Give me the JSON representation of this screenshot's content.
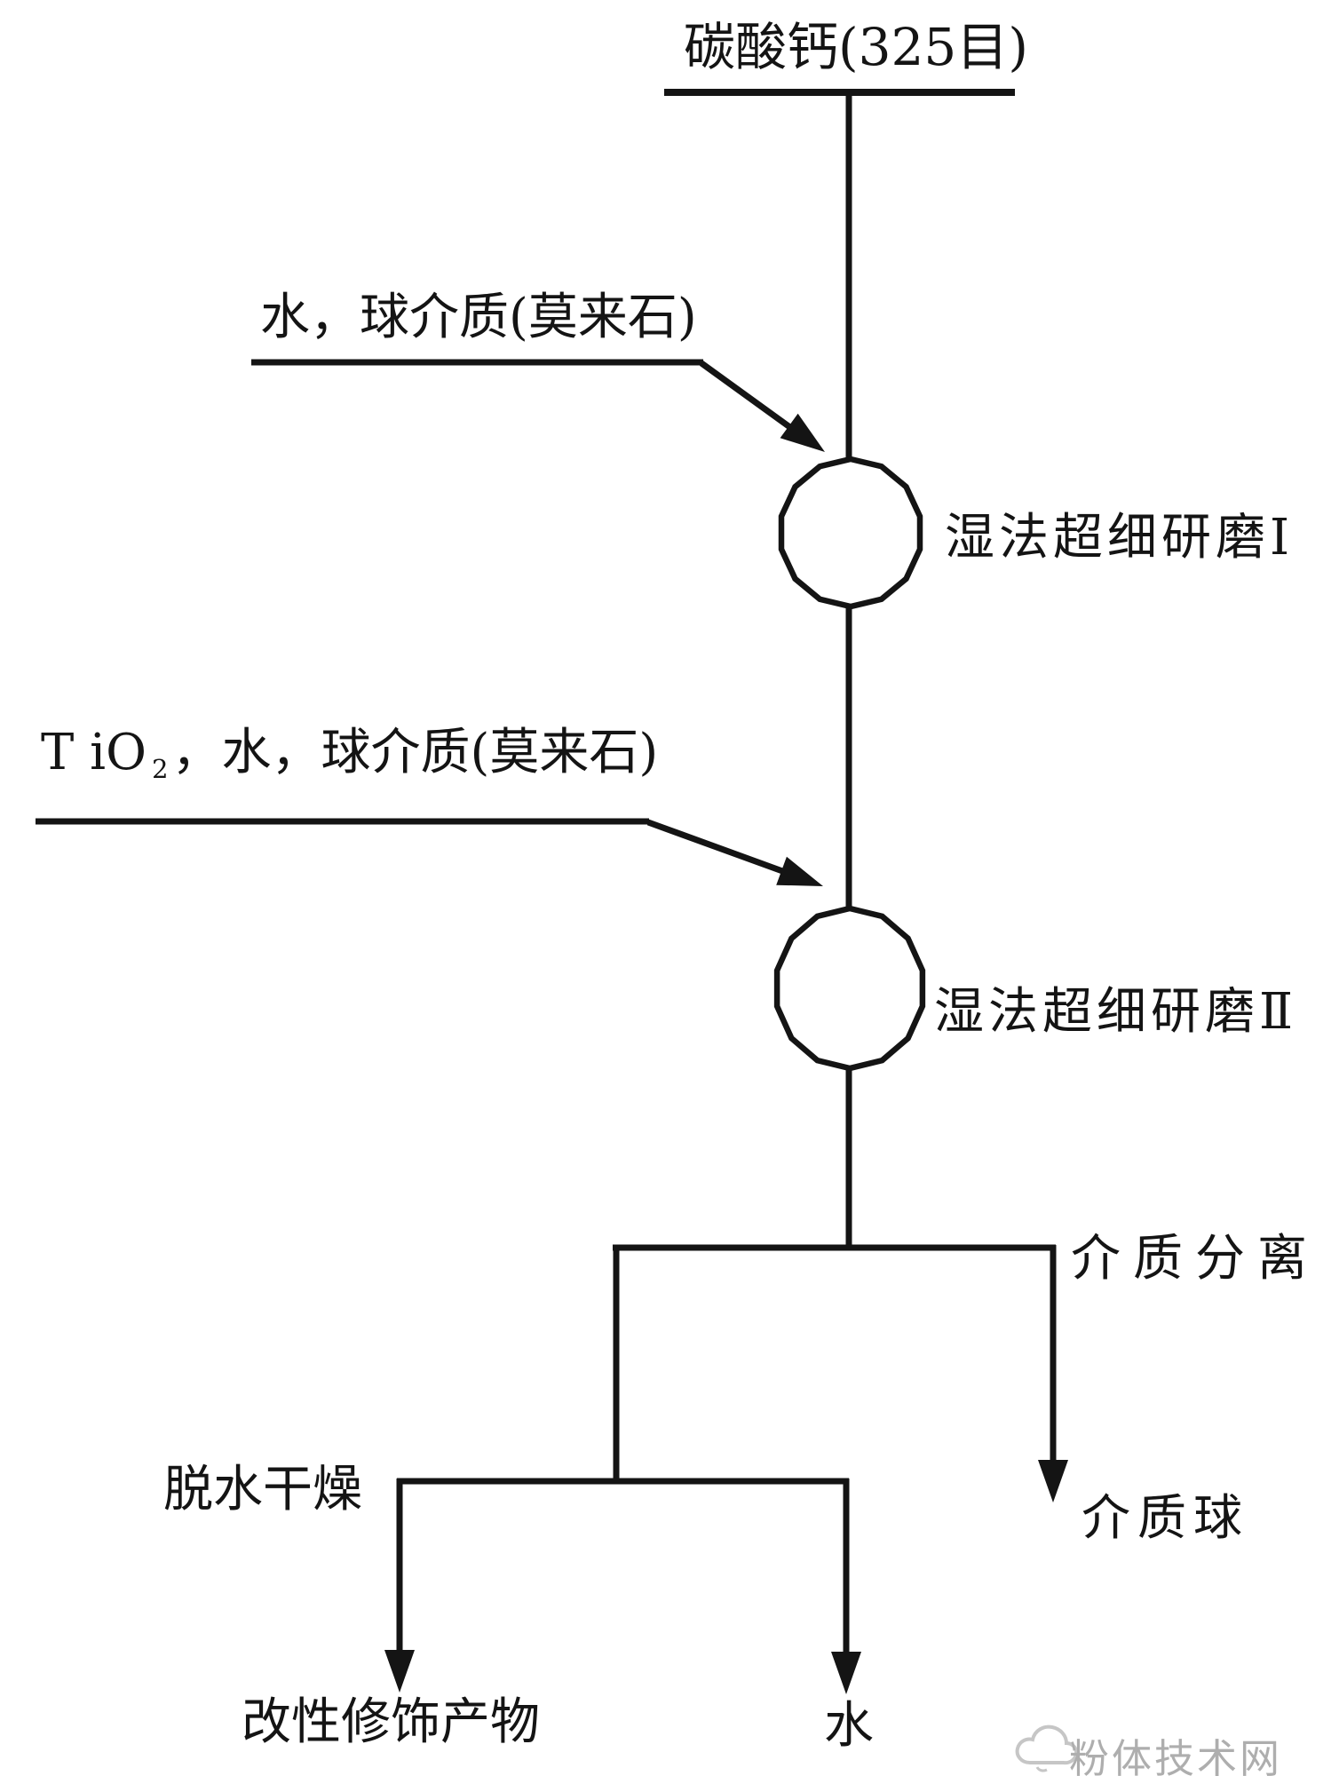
{
  "canvas": {
    "background": "#ffffff",
    "line_color": "#141414",
    "watermark_color": "#aeaeae"
  },
  "flowchart": {
    "source": "碳酸钙(325目)",
    "feed1": "水，球介质(莫来石)",
    "feed2_prefix": "T iO",
    "feed2_sub": "2",
    "feed2_suffix": "，水，球介质(莫来石)",
    "grind1": "湿法超细研磨I",
    "grind2": "湿法超细研磨Ⅱ",
    "separation": "介质分离",
    "media_balls": "介质球",
    "dewater": "脱水干燥",
    "product": "改性修饰产物",
    "water_out": "水"
  },
  "watermark": {
    "text": "粉体技术网"
  }
}
